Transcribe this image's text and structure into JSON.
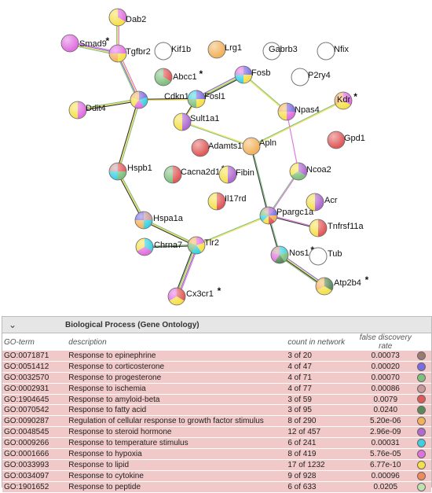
{
  "network": {
    "nodes": [
      {
        "id": "Dab2",
        "label": "Dab2",
        "star": false
      },
      {
        "id": "Smad9",
        "label": "Smad9",
        "star": true
      },
      {
        "id": "Tgfbr2",
        "label": "Tgfbr2",
        "star": true
      },
      {
        "id": "Kif1b",
        "label": "Kif1b",
        "star": false
      },
      {
        "id": "Lrg1",
        "label": "Lrg1",
        "star": false
      },
      {
        "id": "Gabrb3",
        "label": "Gabrb3",
        "star": false
      },
      {
        "id": "Nfix",
        "label": "Nfix",
        "star": false
      },
      {
        "id": "Abcc1",
        "label": "Abcc1",
        "star": true
      },
      {
        "id": "Fosb",
        "label": "Fosb",
        "star": false
      },
      {
        "id": "P2ry4",
        "label": "P2ry4",
        "star": false
      },
      {
        "id": "Cdkn1a",
        "label": "Cdkn1a",
        "star": true
      },
      {
        "id": "Fosl1",
        "label": "Fosl1",
        "star": false
      },
      {
        "id": "Kdr",
        "label": "Kdr",
        "star": true
      },
      {
        "id": "Ddit4",
        "label": "Ddit4",
        "star": false
      },
      {
        "id": "Npas4",
        "label": "Npas4",
        "star": false
      },
      {
        "id": "Sult1a1",
        "label": "Sult1a1",
        "star": false
      },
      {
        "id": "Gpd1",
        "label": "Gpd1",
        "star": false
      },
      {
        "id": "Adamts12",
        "label": "Adamts12",
        "star": false
      },
      {
        "id": "Apln",
        "label": "Apln",
        "star": false
      },
      {
        "id": "Hspb1",
        "label": "Hspb1",
        "star": false
      },
      {
        "id": "Cacna2d1",
        "label": "Cacna2d1",
        "star": true
      },
      {
        "id": "Fibin",
        "label": "Fibin",
        "star": false
      },
      {
        "id": "Ncoa2",
        "label": "Ncoa2",
        "star": false
      },
      {
        "id": "Il17rd",
        "label": "Il17rd",
        "star": false
      },
      {
        "id": "Acr",
        "label": "Acr",
        "star": false
      },
      {
        "id": "Hspa1a",
        "label": "Hspa1a",
        "star": false
      },
      {
        "id": "Ppargc1a",
        "label": "Ppargc1a",
        "star": false
      },
      {
        "id": "Tnfrsf11a",
        "label": "Tnfrsf11a",
        "star": false
      },
      {
        "id": "Chrna7",
        "label": "Chrna7",
        "star": false
      },
      {
        "id": "Tlr2",
        "label": "Tlr2",
        "star": false
      },
      {
        "id": "Nos1",
        "label": "Nos1",
        "star": true
      },
      {
        "id": "Tub",
        "label": "Tub",
        "star": false
      },
      {
        "id": "Cx3cr1",
        "label": "Cx3cr1",
        "star": true
      },
      {
        "id": "Atp2b4",
        "label": "Atp2b4",
        "star": true
      }
    ],
    "edges": [
      [
        "Dab2",
        "Tgfbr2"
      ],
      [
        "Smad9",
        "Tgfbr2"
      ],
      [
        "Tgfbr2",
        "Cdkn1a"
      ],
      [
        "Ddit4",
        "Cdkn1a"
      ],
      [
        "Cdkn1a",
        "Fosl1"
      ],
      [
        "Cdkn1a",
        "Hspb1"
      ],
      [
        "Fosl1",
        "Fosb"
      ],
      [
        "Fosl1",
        "Sult1a1"
      ],
      [
        "Fosb",
        "Npas4"
      ],
      [
        "Npas4",
        "Ncoa2"
      ],
      [
        "Kdr",
        "Apln"
      ],
      [
        "Sult1a1",
        "Apln"
      ],
      [
        "Apln",
        "Ppargc1a"
      ],
      [
        "Ncoa2",
        "Ppargc1a"
      ],
      [
        "Hspb1",
        "Hspa1a"
      ],
      [
        "Hspa1a",
        "Tlr2"
      ],
      [
        "Chrna7",
        "Tlr2"
      ],
      [
        "Tlr2",
        "Cx3cr1"
      ],
      [
        "Tlr2",
        "Ppargc1a"
      ],
      [
        "Ppargc1a",
        "Tnfrsf11a"
      ],
      [
        "Ppargc1a",
        "Nos1"
      ],
      [
        "Nos1",
        "Atp2b4"
      ]
    ]
  },
  "go_table": {
    "title": "Biological Process (Gene Ontology)",
    "columns": [
      "GO-term",
      "description",
      "count in network",
      "false discovery rate"
    ],
    "rows": [
      {
        "term": "GO:0071871",
        "description": "Response to epinephrine",
        "count": "3 of 20",
        "fdr": "0.00073",
        "color": "#9b7b70"
      },
      {
        "term": "GO:0051412",
        "description": "Response to corticosterone",
        "count": "4 of 47",
        "fdr": "0.00020",
        "color": "#7b6be0"
      },
      {
        "term": "GO:0032570",
        "description": "Response to progesterone",
        "count": "4 of 71",
        "fdr": "0.00070",
        "color": "#7fbf7f"
      },
      {
        "term": "GO:0002931",
        "description": "Response to ischemia",
        "count": "4 of 77",
        "fdr": "0.00086",
        "color": "#c89a9a"
      },
      {
        "term": "GO:1904645",
        "description": "Response to amyloid-beta",
        "count": "3 of 59",
        "fdr": "0.0079",
        "color": "#e05a5a"
      },
      {
        "term": "GO:0070542",
        "description": "Response to fatty acid",
        "count": "3 of 95",
        "fdr": "0.0240",
        "color": "#5a8a5a"
      },
      {
        "term": "GO:0090287",
        "description": "Regulation of cellular response to growth factor stimulus",
        "count": "8 of 290",
        "fdr": "5.20e-06",
        "color": "#f2b25c"
      },
      {
        "term": "GO:0048545",
        "description": "Response to steroid hormone",
        "count": "12 of 457",
        "fdr": "2.96e-09",
        "color": "#b06ad0"
      },
      {
        "term": "GO:0009266",
        "description": "Response to temperature stimulus",
        "count": "6 of 241",
        "fdr": "0.00031",
        "color": "#3fd0e0"
      },
      {
        "term": "GO:0001666",
        "description": "Response to hypoxia",
        "count": "8 of 419",
        "fdr": "5.76e-05",
        "color": "#e070e0"
      },
      {
        "term": "GO:0033993",
        "description": "Response to lipid",
        "count": "17 of 1232",
        "fdr": "6.77e-10",
        "color": "#f5e04a"
      },
      {
        "term": "GO:0034097",
        "description": "Response to cytokine",
        "count": "9 of 928",
        "fdr": "0.00096",
        "color": "#f08a5a"
      },
      {
        "term": "GO:1901652",
        "description": "Response to peptide",
        "count": "6 of 633",
        "fdr": "0.0205",
        "color": "#bfe0b0"
      }
    ]
  }
}
